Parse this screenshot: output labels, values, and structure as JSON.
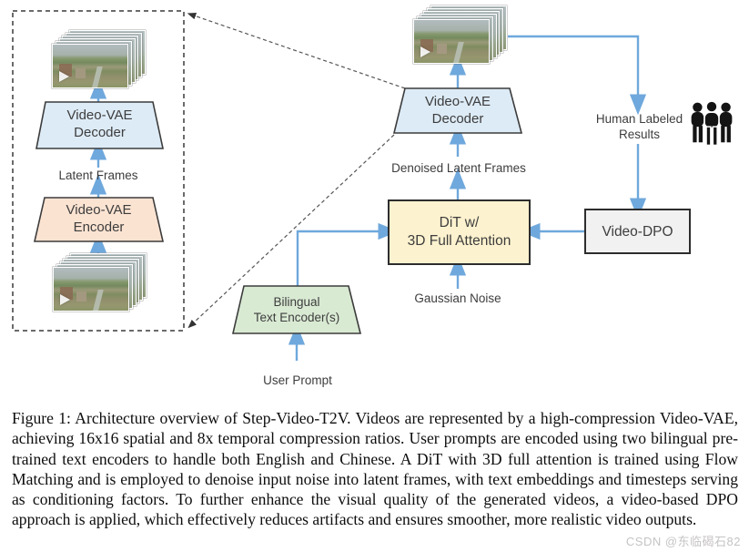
{
  "colors": {
    "arrow_blue": "#6fa8dc",
    "outline_dark": "#3c3c3c",
    "decoder_fill": "#ddebf6",
    "encoder_fill": "#fbe3d2",
    "dit_fill": "#fdf2cf",
    "text_encoder_fill": "#d9ead3",
    "dpo_fill": "#f1f1f1"
  },
  "diagram": {
    "vae_loop": {
      "decoder_line1": "Video-VAE",
      "decoder_line2": "Decoder",
      "latent_frames_label": "Latent Frames",
      "encoder_line1": "Video-VAE",
      "encoder_line2": "Encoder"
    },
    "pipeline": {
      "decoder_line1": "Video-VAE",
      "decoder_line2": "Decoder",
      "denoised_latent_label": "Denoised Latent Frames",
      "dit_line1": "DiT w/",
      "dit_line2": "3D Full Attention",
      "gaussian_noise_label": "Gaussian Noise",
      "text_encoder_line1": "Bilingual",
      "text_encoder_line2": "Text Encoder(s)",
      "user_prompt_label": "User Prompt"
    },
    "feedback": {
      "human_labeled_line1": "Human Labeled",
      "human_labeled_line2": "Results",
      "video_dpo_label": "Video-DPO"
    },
    "icons": {
      "people_group_icon": "three-person-group",
      "play_icon": "play-triangle"
    }
  },
  "caption": {
    "text": "Figure 1: Architecture overview of Step-Video-T2V. Videos are represented by a high-compression Video-VAE, achieving 16x16 spatial and 8x temporal compression ratios. User prompts are encoded using two bilingual pre-trained text encoders to handle both English and Chinese. A DiT with 3D full attention is trained using Flow Matching and is employed to denoise input noise into latent frames, with text embeddings and timesteps serving as conditioning factors. To further enhance the visual quality of the generated videos, a video-based DPO approach is applied, which effectively reduces artifacts and ensures smoother, more realistic video outputs."
  },
  "watermark": "CSDN @东临碣石82"
}
